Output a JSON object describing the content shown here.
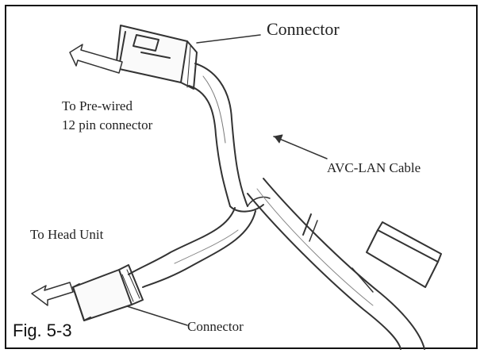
{
  "figure": {
    "caption": "Fig. 5-3",
    "labels": {
      "connector_top": "Connector",
      "to_prewired_line1": "To Pre-wired",
      "to_prewired_line2": "12 pin connector",
      "avc_lan_cable": "AVC-LAN Cable",
      "to_head_unit": "To Head Unit",
      "connector_bottom": "Connector"
    }
  }
}
